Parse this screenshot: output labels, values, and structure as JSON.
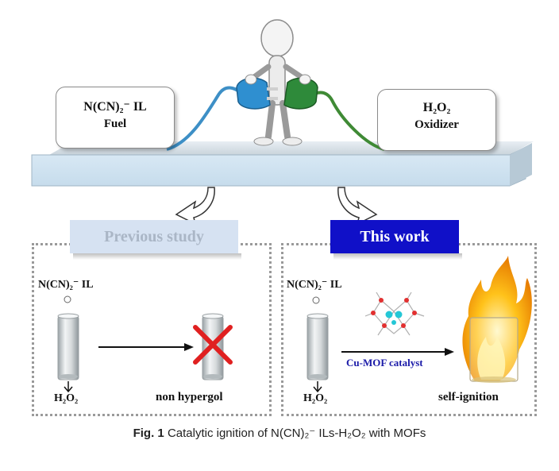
{
  "fuel_box": {
    "line1": "N(CN)₂⁻ IL",
    "line2": "Fuel"
  },
  "oxidizer_box": {
    "line1": "H₂O₂",
    "line2": "Oxidizer"
  },
  "left_panel": {
    "tag": "Previous study",
    "il_label": "N(CN)₂⁻ IL",
    "h2o2_label": "H₂O₂",
    "result": "non hypergol"
  },
  "right_panel": {
    "tag": "This work",
    "il_label": "N(CN)₂⁻ IL",
    "h2o2_label": "H₂O₂",
    "catalyst": "Cu-MOF catalyst",
    "result": "self-ignition"
  },
  "caption": {
    "prefix": "Fig. 1",
    "text": "Catalytic ignition of N(CN)₂⁻ ILs-H₂O₂ with MOFs"
  },
  "colors": {
    "platform": "#d9e8f3",
    "left_tag_bg": "#d6e2f2",
    "left_tag_text": "#aab6c6",
    "right_tag_bg": "#1010c8",
    "fuel_plug": "#2f8fd0",
    "oxidizer_plug": "#2e8a3a",
    "catalyst_text": "#1a1aa8"
  }
}
